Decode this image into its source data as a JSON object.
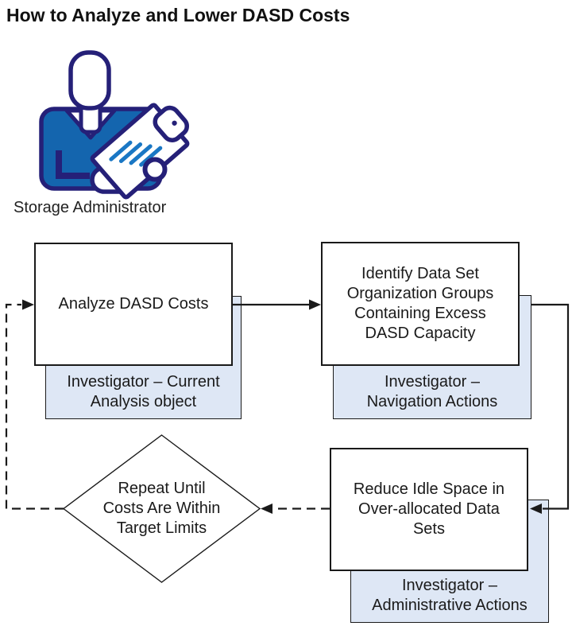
{
  "title": "How to Analyze and Lower DASD Costs",
  "actor": {
    "label": "Storage Administrator",
    "icon": "storage-administrator-clipboard-icon"
  },
  "steps": {
    "analyze": {
      "label": "Analyze DASD Costs",
      "tool": [
        "Investigator – Current",
        "Analysis object"
      ]
    },
    "identify": {
      "label": [
        "Identify Data Set",
        "Organization Groups",
        "Containing Excess",
        "DASD Capacity"
      ],
      "tool": [
        "Investigator –",
        "Navigation Actions"
      ]
    },
    "reduce": {
      "label": [
        "Reduce Idle Space in",
        "Over-allocated Data",
        "Sets"
      ],
      "tool": [
        "Investigator –",
        "Administrative Actions"
      ]
    },
    "decision": {
      "label": [
        "Repeat Until",
        "Costs Are Within",
        "Target Limits"
      ]
    }
  },
  "colors": {
    "navy": "#252078",
    "blue": "#1465ae",
    "line_blue": "#1a77c4",
    "tool_fill": "#dee7f5",
    "border": "#1a1a1a"
  }
}
